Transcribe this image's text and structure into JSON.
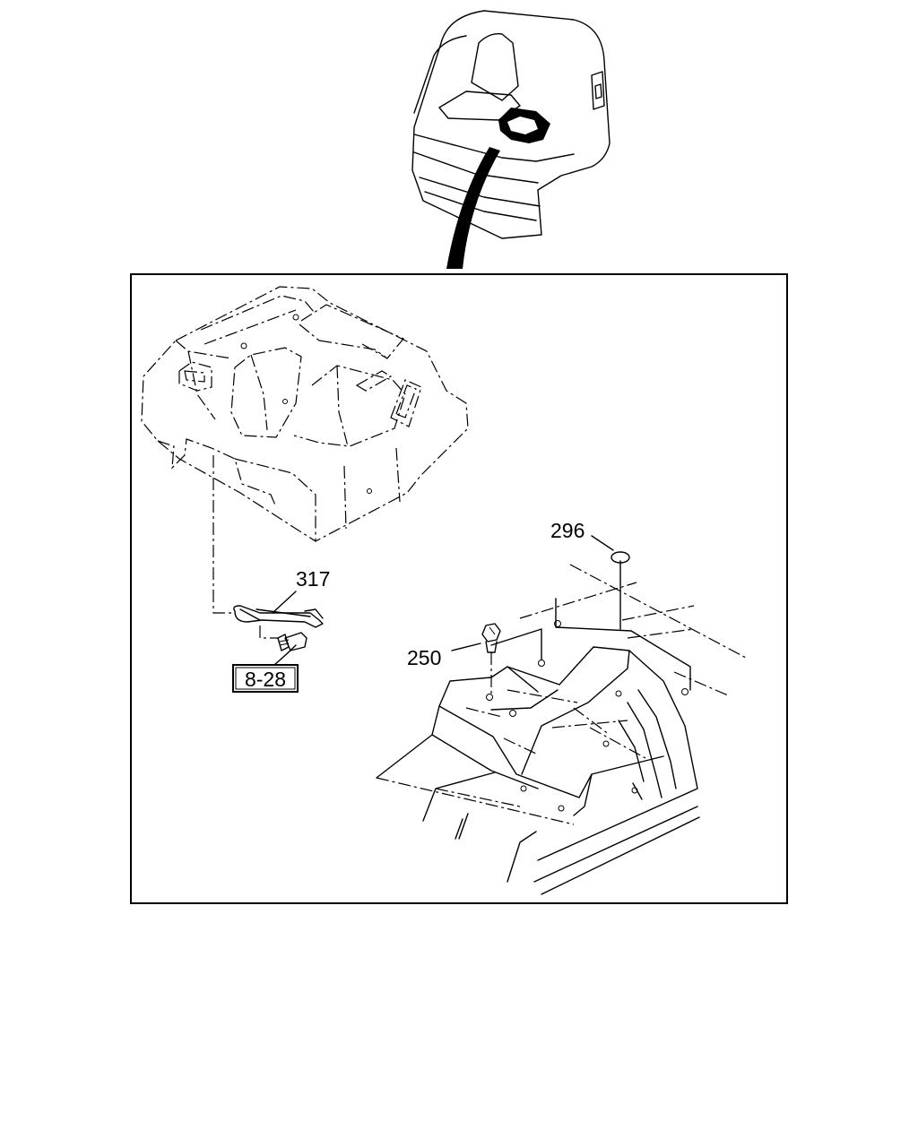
{
  "callouts": {
    "part_296": "296",
    "part_317": "317",
    "part_250": "250",
    "ref_8_28": "8-28"
  },
  "colors": {
    "line": "#000000",
    "background": "#ffffff"
  },
  "icons": [
    "cab-overview-icon",
    "console-cover-icon",
    "floor-panel-icon"
  ]
}
